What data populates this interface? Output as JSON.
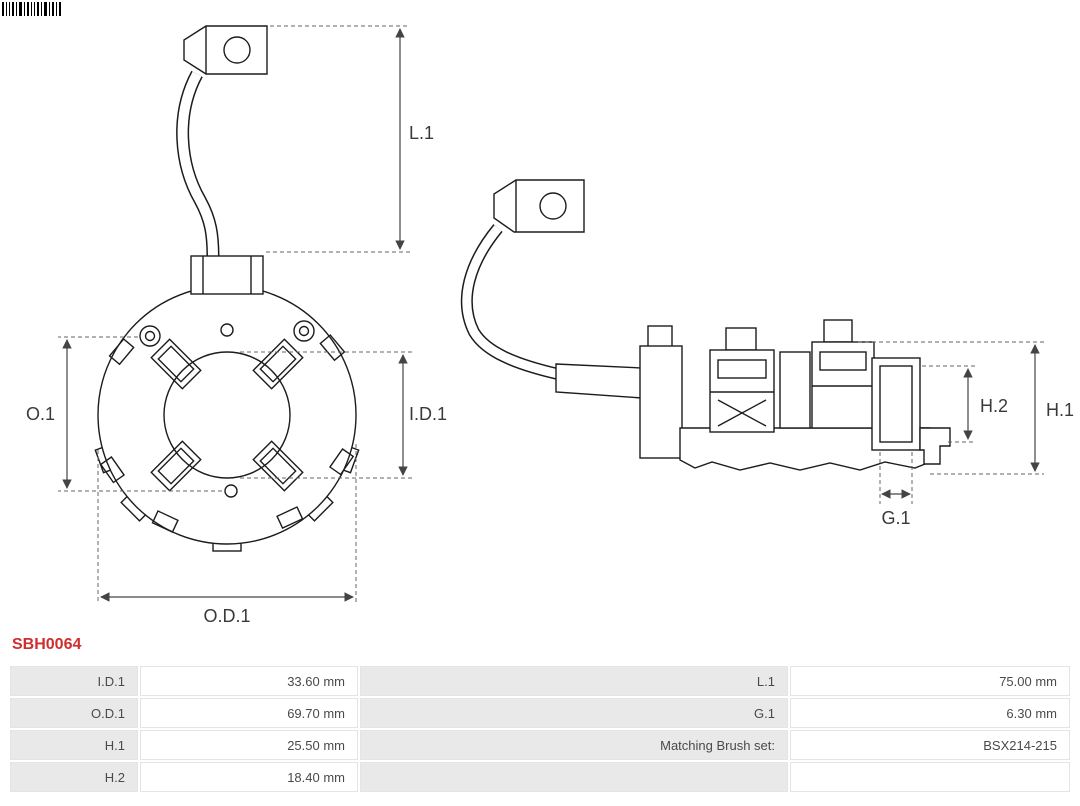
{
  "part": {
    "code": "SBH0064"
  },
  "colors": {
    "part_code": "#cf2e2e",
    "drawing_line": "#1c1c1c",
    "dimension_line": "#444444",
    "table_label_bg": "#e9e9e9",
    "table_value_bg": "#ffffff"
  },
  "drawing": {
    "front_view_labels": {
      "l1": "L.1",
      "o1": "O.1",
      "id1": "I.D.1",
      "od1": "O.D.1"
    },
    "side_view_labels": {
      "h2": "H.2",
      "h1": "H.1",
      "g1": "G.1"
    }
  },
  "specs": {
    "rows": [
      {
        "label1": "I.D.1",
        "value1": "33.60 mm",
        "label2": "L.1",
        "value2": "75.00 mm"
      },
      {
        "label1": "O.D.1",
        "value1": "69.70 mm",
        "label2": "G.1",
        "value2": "6.30 mm"
      },
      {
        "label1": "H.1",
        "value1": "25.50 mm",
        "label2": "Matching Brush set:",
        "value2": "BSX214-215"
      },
      {
        "label1": "H.2",
        "value1": "18.40 mm",
        "label2": "",
        "value2": ""
      }
    ]
  }
}
